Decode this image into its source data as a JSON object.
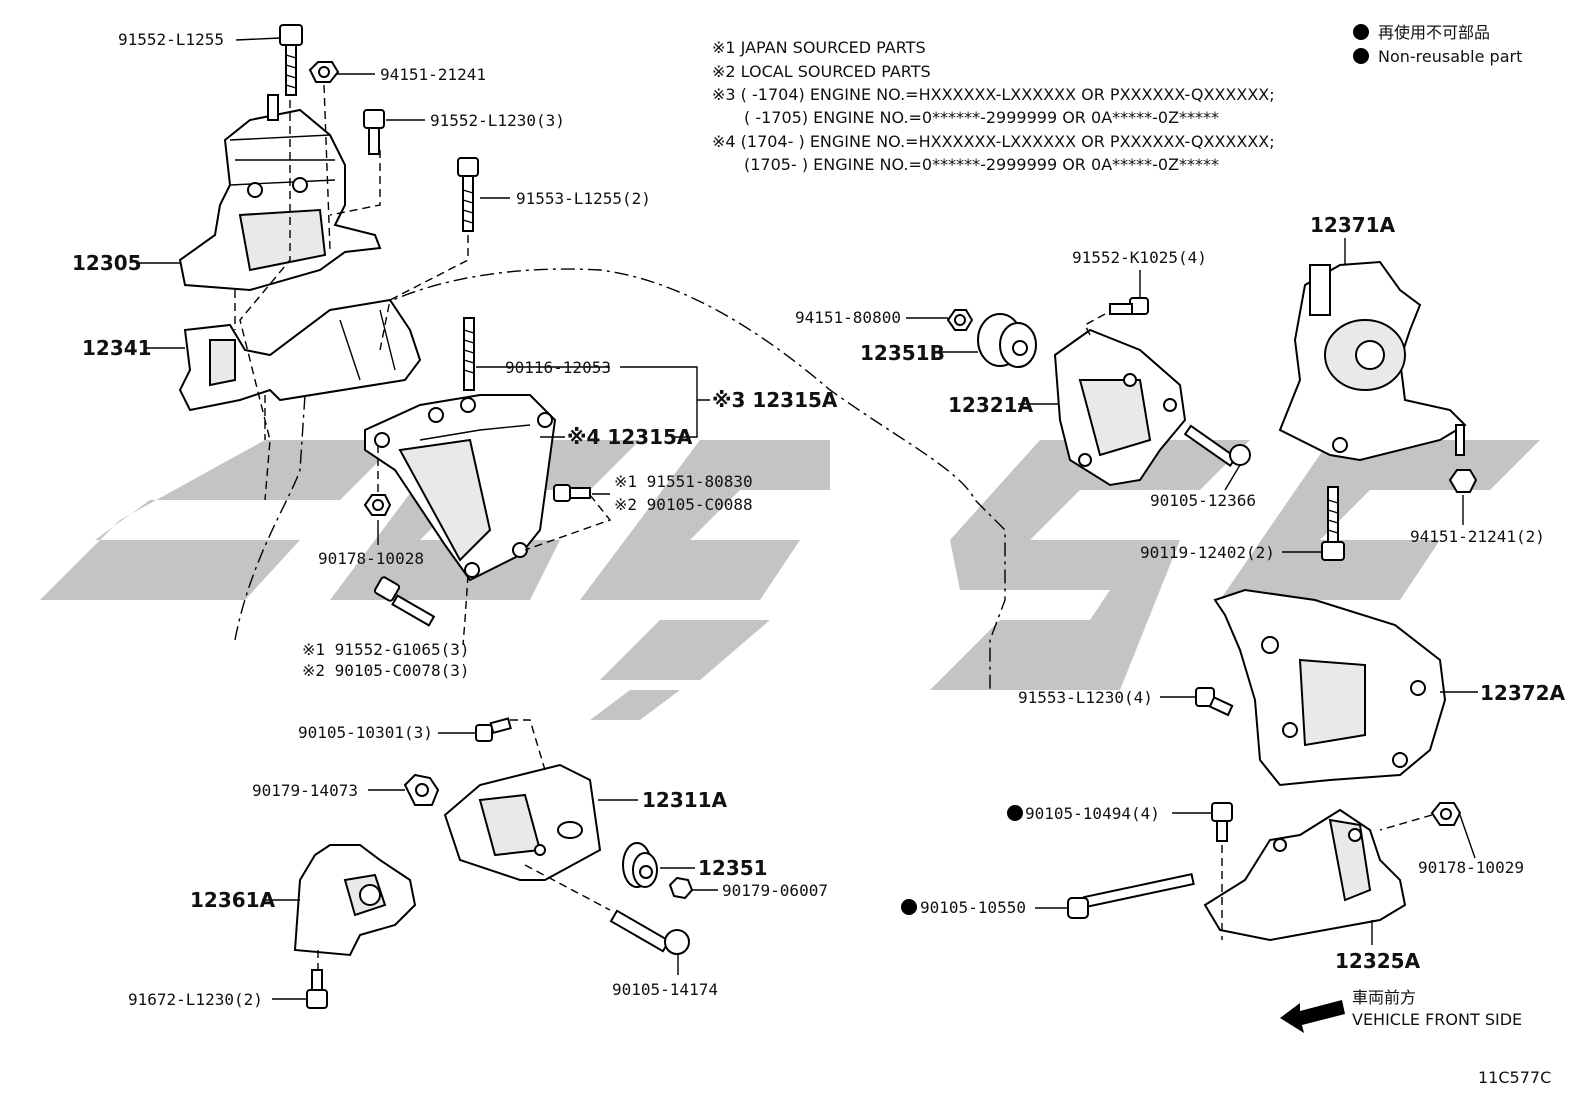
{
  "legend": {
    "jp": "再使用不可部品",
    "en": "Non-reusable part"
  },
  "notes": {
    "n1": "※1 JAPAN SOURCED PARTS",
    "n2": "※2 LOCAL SOURCED PARTS",
    "n3a": "※3 (       -1704) ENGINE NO.=HXXXXXX-LXXXXXX OR PXXXXXX-QXXXXXX;",
    "n3b": "(       -1705) ENGINE NO.=0******-2999999 OR 0A*****-0Z*****",
    "n4a": "※4 (1704-       ) ENGINE NO.=HXXXXXX-LXXXXXX OR PXXXXXX-QXXXXXX;",
    "n4b": "(1705-       ) ENGINE NO.=0******-2999999 OR 0A*****-0Z*****"
  },
  "labels": {
    "l91552_L1255": "91552-L1255",
    "l94151_21241": "94151-21241",
    "l91552_L1230_3": "91552-L1230(3)",
    "l91553_L1255_2": "91553-L1255(2)",
    "l12305": "12305",
    "l12341": "12341",
    "l90116_12053": "90116-12053",
    "l12315A_3": "※3 12315A",
    "l12315A_4": "※4 12315A",
    "l91551_80830": "※1 91551-80830",
    "l90105_C0088": "※2 90105-C0088",
    "l90178_10028": "90178-10028",
    "l91552_G1065_3": "※1 91552-G1065(3)",
    "l90105_C0078_3": "※2 90105-C0078(3)",
    "l90105_10301_3": "90105-10301(3)",
    "l90179_14073": "90179-14073",
    "l12311A": "12311A",
    "l12351": "12351",
    "l90179_06007": "90179-06007",
    "l12361A": "12361A",
    "l90105_14174": "90105-14174",
    "l91672_L1230_2": "91672-L1230(2)",
    "l91552_K1025_4": "91552-K1025(4)",
    "l94151_80800": "94151-80800",
    "l12351B": "12351B",
    "l12321A": "12321A",
    "l90105_12366": "90105-12366",
    "l12371A": "12371A",
    "l94151_21241_2": "94151-21241(2)",
    "l90119_12402_2": "90119-12402(2)",
    "l91553_L1230_4": "91553-L1230(4)",
    "l12372A": "12372A",
    "l90105_10494_4": "90105-10494(4)",
    "l90178_10029": "90178-10029",
    "l90105_10550": "90105-10550",
    "l12325A": "12325A"
  },
  "front": {
    "jp": "車両前方",
    "en": "VEHICLE FRONT SIDE"
  },
  "diagram_code": "11C577C"
}
